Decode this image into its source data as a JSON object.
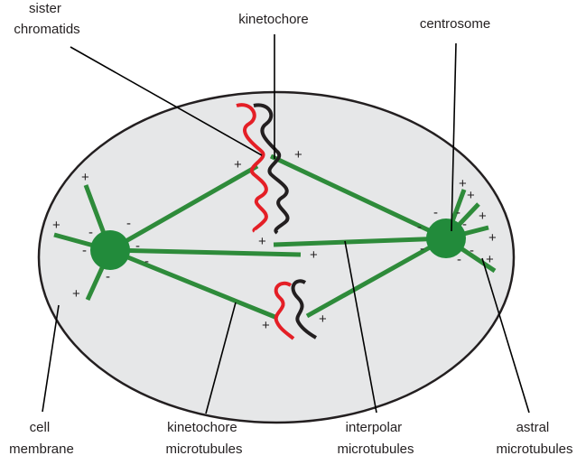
{
  "labels": {
    "sister_chromatids": [
      "sister",
      "chromatids"
    ],
    "kinetochore": "kinetochore",
    "centrosome": "centrosome",
    "cell_membrane": [
      "cell",
      "membrane"
    ],
    "kinetochore_microtubules": [
      "kinetochore",
      "microtubules"
    ],
    "interpolar_microtubules": [
      "interpolar",
      "microtubules"
    ],
    "astral_microtubules": [
      "astral",
      "microtubules"
    ]
  },
  "signs": {
    "plus": "+",
    "minus": "-"
  },
  "colors": {
    "microtubule": "#2e8b3a",
    "centrosome": "#228b3b",
    "cell_fill": "#e6e7e8",
    "chromatid_red": "#e41f26",
    "chromatid_black": "#231f20"
  }
}
